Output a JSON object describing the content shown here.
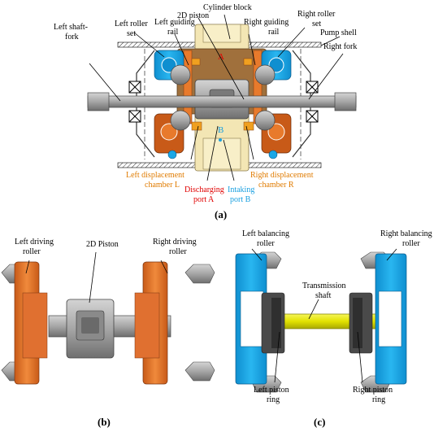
{
  "panel_a": {
    "caption": "(a)",
    "labels": {
      "cylinder_block": "Cylinder block",
      "piston_2d": "2D piston",
      "left_shaft_fork_1": "Left shaft-",
      "left_shaft_fork_2": "fork",
      "left_roller_set_1": "Left roller",
      "left_roller_set_2": "set",
      "left_guiding_rail_1": "Left guiding",
      "left_guiding_rail_2": "rail",
      "right_guiding_rail_1": "Right guiding",
      "right_guiding_rail_2": "rail",
      "right_roller_set_1": "Right roller",
      "right_roller_set_2": "set",
      "pump_shell": "Pump shell",
      "right_fork": "Right fork",
      "port_a_mark": "A",
      "port_b_mark": "B",
      "left_chamber_1": "Left displacement",
      "left_chamber_2": "chamber L",
      "discharging_1": "Discharging",
      "discharging_2": "port A",
      "intaking_1": "Intaking",
      "intaking_2": "port B",
      "right_chamber_1": "Right displacement",
      "right_chamber_2": "chamber R"
    }
  },
  "panel_b": {
    "caption": "(b)",
    "labels": {
      "left_driving_1": "Left driving",
      "left_driving_2": "roller",
      "piston": "2D Piston",
      "right_driving_1": "Right driving",
      "right_driving_2": "roller"
    }
  },
  "panel_c": {
    "caption": "(c)",
    "labels": {
      "left_balancing_1": "Left balancing",
      "left_balancing_2": "roller",
      "right_balancing_1": "Right balancing",
      "right_balancing_2": "roller",
      "transmission_1": "Transmission",
      "transmission_2": "shaft",
      "left_ring_1": "Left piston",
      "left_ring_2": "ring",
      "right_ring_1": "Right piston",
      "right_ring_2": "ring"
    }
  },
  "colors": {
    "orange": "#e87a2c",
    "cyan": "#1aa7e6",
    "gray": "#a9a9a9",
    "dark_gray": "#555555",
    "yellow": "#e6e600",
    "cream": "#f3e6b4",
    "brown": "#a0703c",
    "label_orange": "#e07b00",
    "label_red": "#e00000",
    "label_cyan": "#1aa0e0"
  }
}
